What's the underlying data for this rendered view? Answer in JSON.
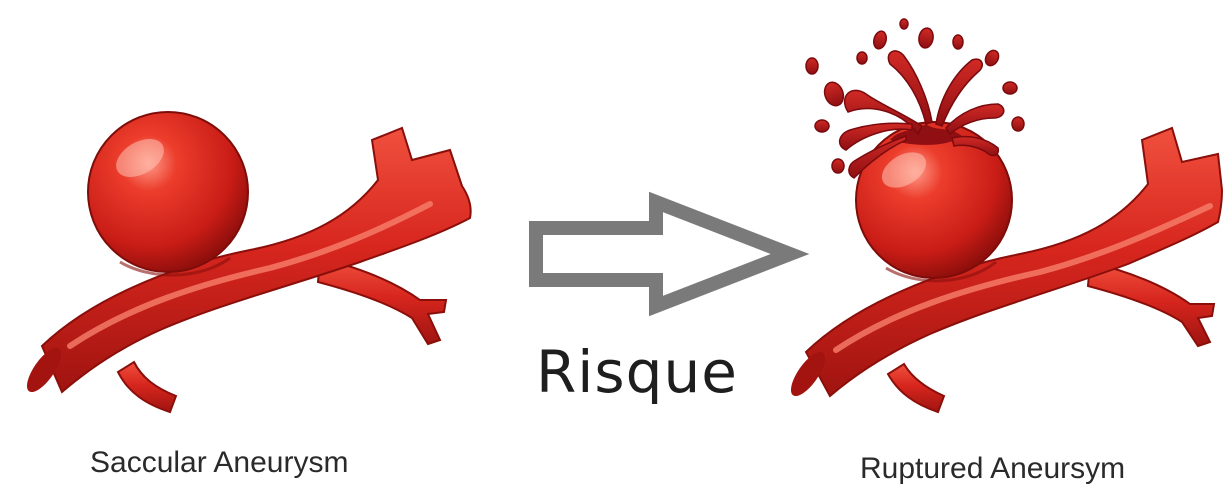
{
  "diagram": {
    "left_panel": {
      "caption": "Saccular Aneurysm",
      "icon": "intact-aneurysm-artery"
    },
    "transition": {
      "label": "Risque",
      "icon": "outlined-right-arrow"
    },
    "right_panel": {
      "caption": "Ruptured Aneursym",
      "icon": "ruptured-aneurysm-artery"
    },
    "colors": {
      "artery": "#d7261e",
      "artery_dark": "#9e130f",
      "highlight": "#f47f6f",
      "blood": "#b3141a",
      "arrow": "#7a7a7a"
    }
  }
}
